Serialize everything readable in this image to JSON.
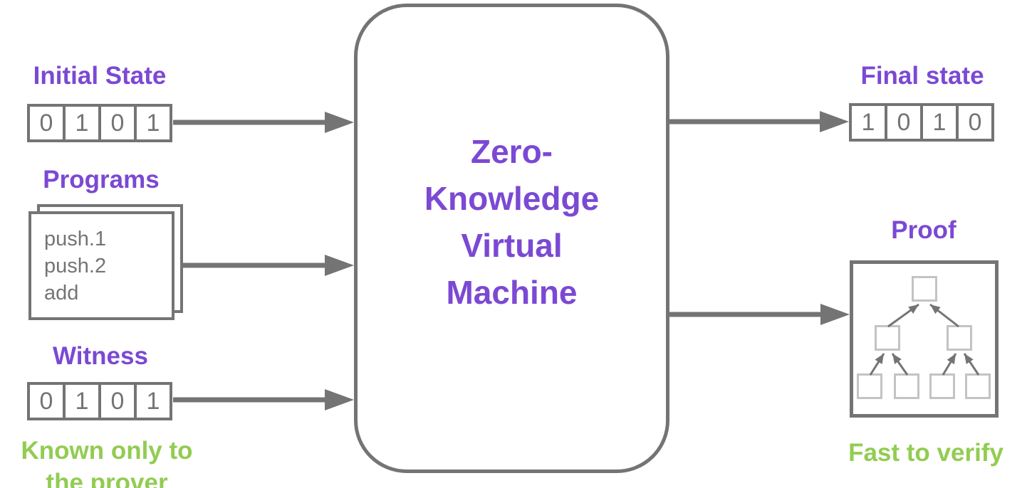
{
  "colors": {
    "purple": "#7B49D3",
    "green": "#92CC52",
    "gray": "#747474",
    "light_gray": "#C3C3C3"
  },
  "vm": {
    "title_lines": [
      "Zero-",
      "Knowledge",
      "Virtual",
      "Machine"
    ]
  },
  "initial_state": {
    "label": "Initial State",
    "cells": [
      "0",
      "1",
      "0",
      "1"
    ]
  },
  "programs": {
    "label": "Programs",
    "code_lines": [
      "push.1",
      "push.2",
      "add"
    ]
  },
  "witness": {
    "label": "Witness",
    "cells": [
      "0",
      "1",
      "0",
      "1"
    ],
    "note_line1": "Known only to",
    "note_line2": "the prover"
  },
  "final_state": {
    "label": "Final state",
    "cells": [
      "1",
      "0",
      "1",
      "0"
    ]
  },
  "proof": {
    "label": "Proof",
    "note": "Fast to verify"
  }
}
